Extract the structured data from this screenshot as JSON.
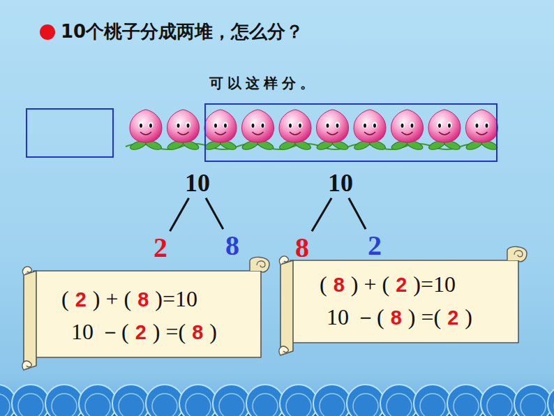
{
  "diagram": {
    "title": "10个桃子分成两堆，怎么分？",
    "nodes": [
      {
        "text": [
          "10"
        ]
      },
      {
        "text": [
          "2"
        ]
      },
      {
        "text": [
          "8"
        ]
      },
      {
        "text": [
          "10"
        ]
      },
      {
        "text": [
          "8"
        ]
      },
      {
        "text": [
          "2"
        ]
      },
      {
        "text": [
          "(",
          "2",
          ") + (",
          "8",
          ")=10",
          "10 －(",
          "2",
          ") =(",
          "8",
          ")"
        ]
      },
      {
        "text": [
          "(",
          "8",
          ") + (",
          "2",
          ")=10",
          "10 －(",
          "8",
          ") =(",
          "2",
          ")"
        ]
      }
    ],
    "edges": [
      {
        "from": 0,
        "to": 1,
        "arrow": "none"
      },
      {
        "from": 0,
        "to": 2,
        "arrow": "none"
      },
      {
        "from": 3,
        "to": 4,
        "arrow": "none"
      },
      {
        "from": 3,
        "to": 5,
        "arrow": "none"
      }
    ],
    "labels": [
      "可以这样分。"
    ]
  }
}
